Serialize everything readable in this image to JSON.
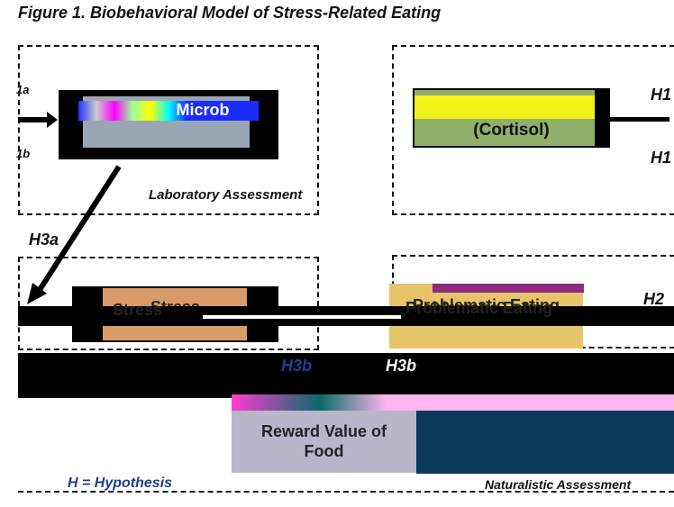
{
  "figure_title": "Figure 1. Biobehavioral Model of Stress-Related Eating",
  "subtitle_fragment": "Stress-Related Eating",
  "labels": {
    "laboratory_assessment": "Laboratory Assessment",
    "naturalistic_assessment": "Naturalistic Assessment",
    "hypotheses_legend": "H = Hypothesis"
  },
  "boxes": {
    "microbiome": "Microb",
    "cortisol": "(Cortisol)",
    "stress": "Stress",
    "problematic_eating": "Problematic Eating",
    "reward_value_food": "Reward Value of Food"
  },
  "hypotheses": {
    "h1a": "1a",
    "h1b": "1b",
    "h1_top_right": "H1",
    "h1_right": "H1",
    "h2": "H2",
    "h3a": "H3a",
    "h3b_left": "H3b",
    "h3b_right": "H3b"
  },
  "colors": {
    "microbiome_fill": "#9aa6b4",
    "cortisol_fill": "#8fb06a",
    "cortisol_band": "#f3f31a",
    "stress_fill": "#d99b6a",
    "eating_fill": "#e6c46a",
    "reward_fill": "#b9b6cc",
    "hypothesis_blue": "#1f3f8f"
  }
}
